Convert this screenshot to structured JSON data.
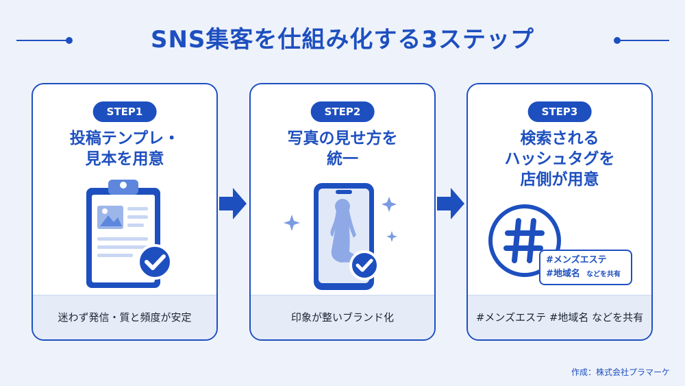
{
  "title": "SNS集客を仕組み化する3ステップ",
  "steps": [
    {
      "badge": "STEP1",
      "heading_lines": [
        "投稿テンプレ・",
        "見本を用意"
      ],
      "footer": "迷わず発信・質と頻度が安定",
      "icon": "clipboard-icon"
    },
    {
      "badge": "STEP2",
      "heading_lines": [
        "写真の見せ方を",
        "統一"
      ],
      "footer": "印象が整いブランド化",
      "icon": "smartphone-photo-icon"
    },
    {
      "badge": "STEP3",
      "heading_lines": [
        "検索される",
        "ハッシュタグを",
        "店側が用意"
      ],
      "footer": "#メンズエステ #地域名 などを共有",
      "icon": "hashtag-icon",
      "tag_box": {
        "line1": "#メンズエステ",
        "line2_main": "#地域名",
        "line2_sub": "などを共有"
      }
    }
  ],
  "credit": "作成：株式会社プラマーケ",
  "colors": {
    "primary": "#1d4fbf",
    "background": "#eef2fa",
    "footer_bg": "#e5ecf8",
    "icon_light": "#c9d7f4"
  }
}
